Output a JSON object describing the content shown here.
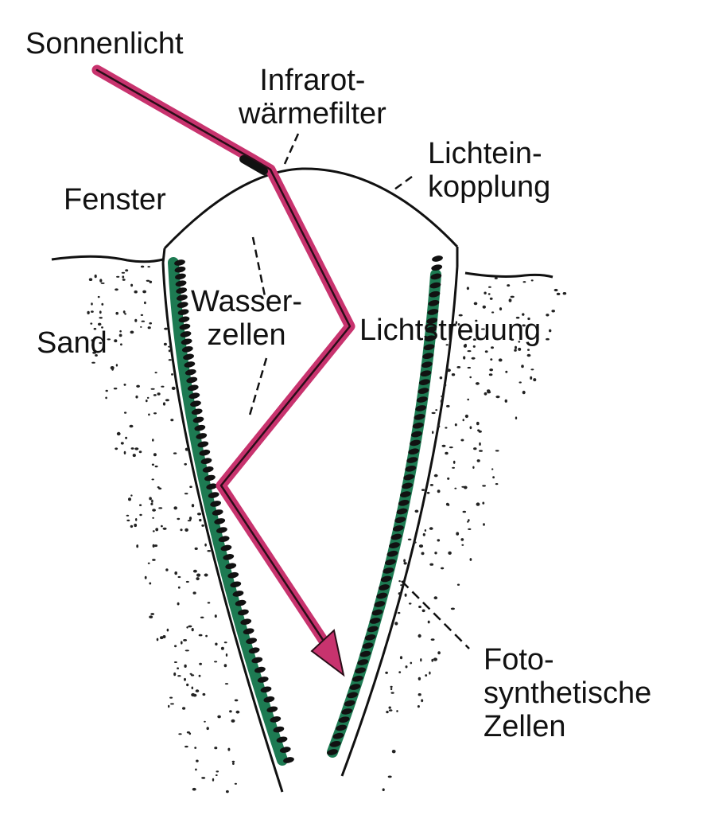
{
  "labels": {
    "sunlight": "Sonnenlicht",
    "ir_filter": [
      "Infrarot-",
      "wärmefilter"
    ],
    "light_coupling": [
      "Lichtein-",
      "kopplung"
    ],
    "window": "Fenster",
    "water_cells": [
      "Wasser-",
      "zellen"
    ],
    "light_scattering": "Lichtstreuung",
    "sand": "Sand",
    "photosynthetic_cells": [
      "Foto-",
      "synthetische",
      "Zellen"
    ]
  },
  "colors": {
    "light_ray": "#c8336e",
    "photosynthetic": "#1d7a52",
    "outline": "#111111",
    "sand_dots": "#222222"
  }
}
